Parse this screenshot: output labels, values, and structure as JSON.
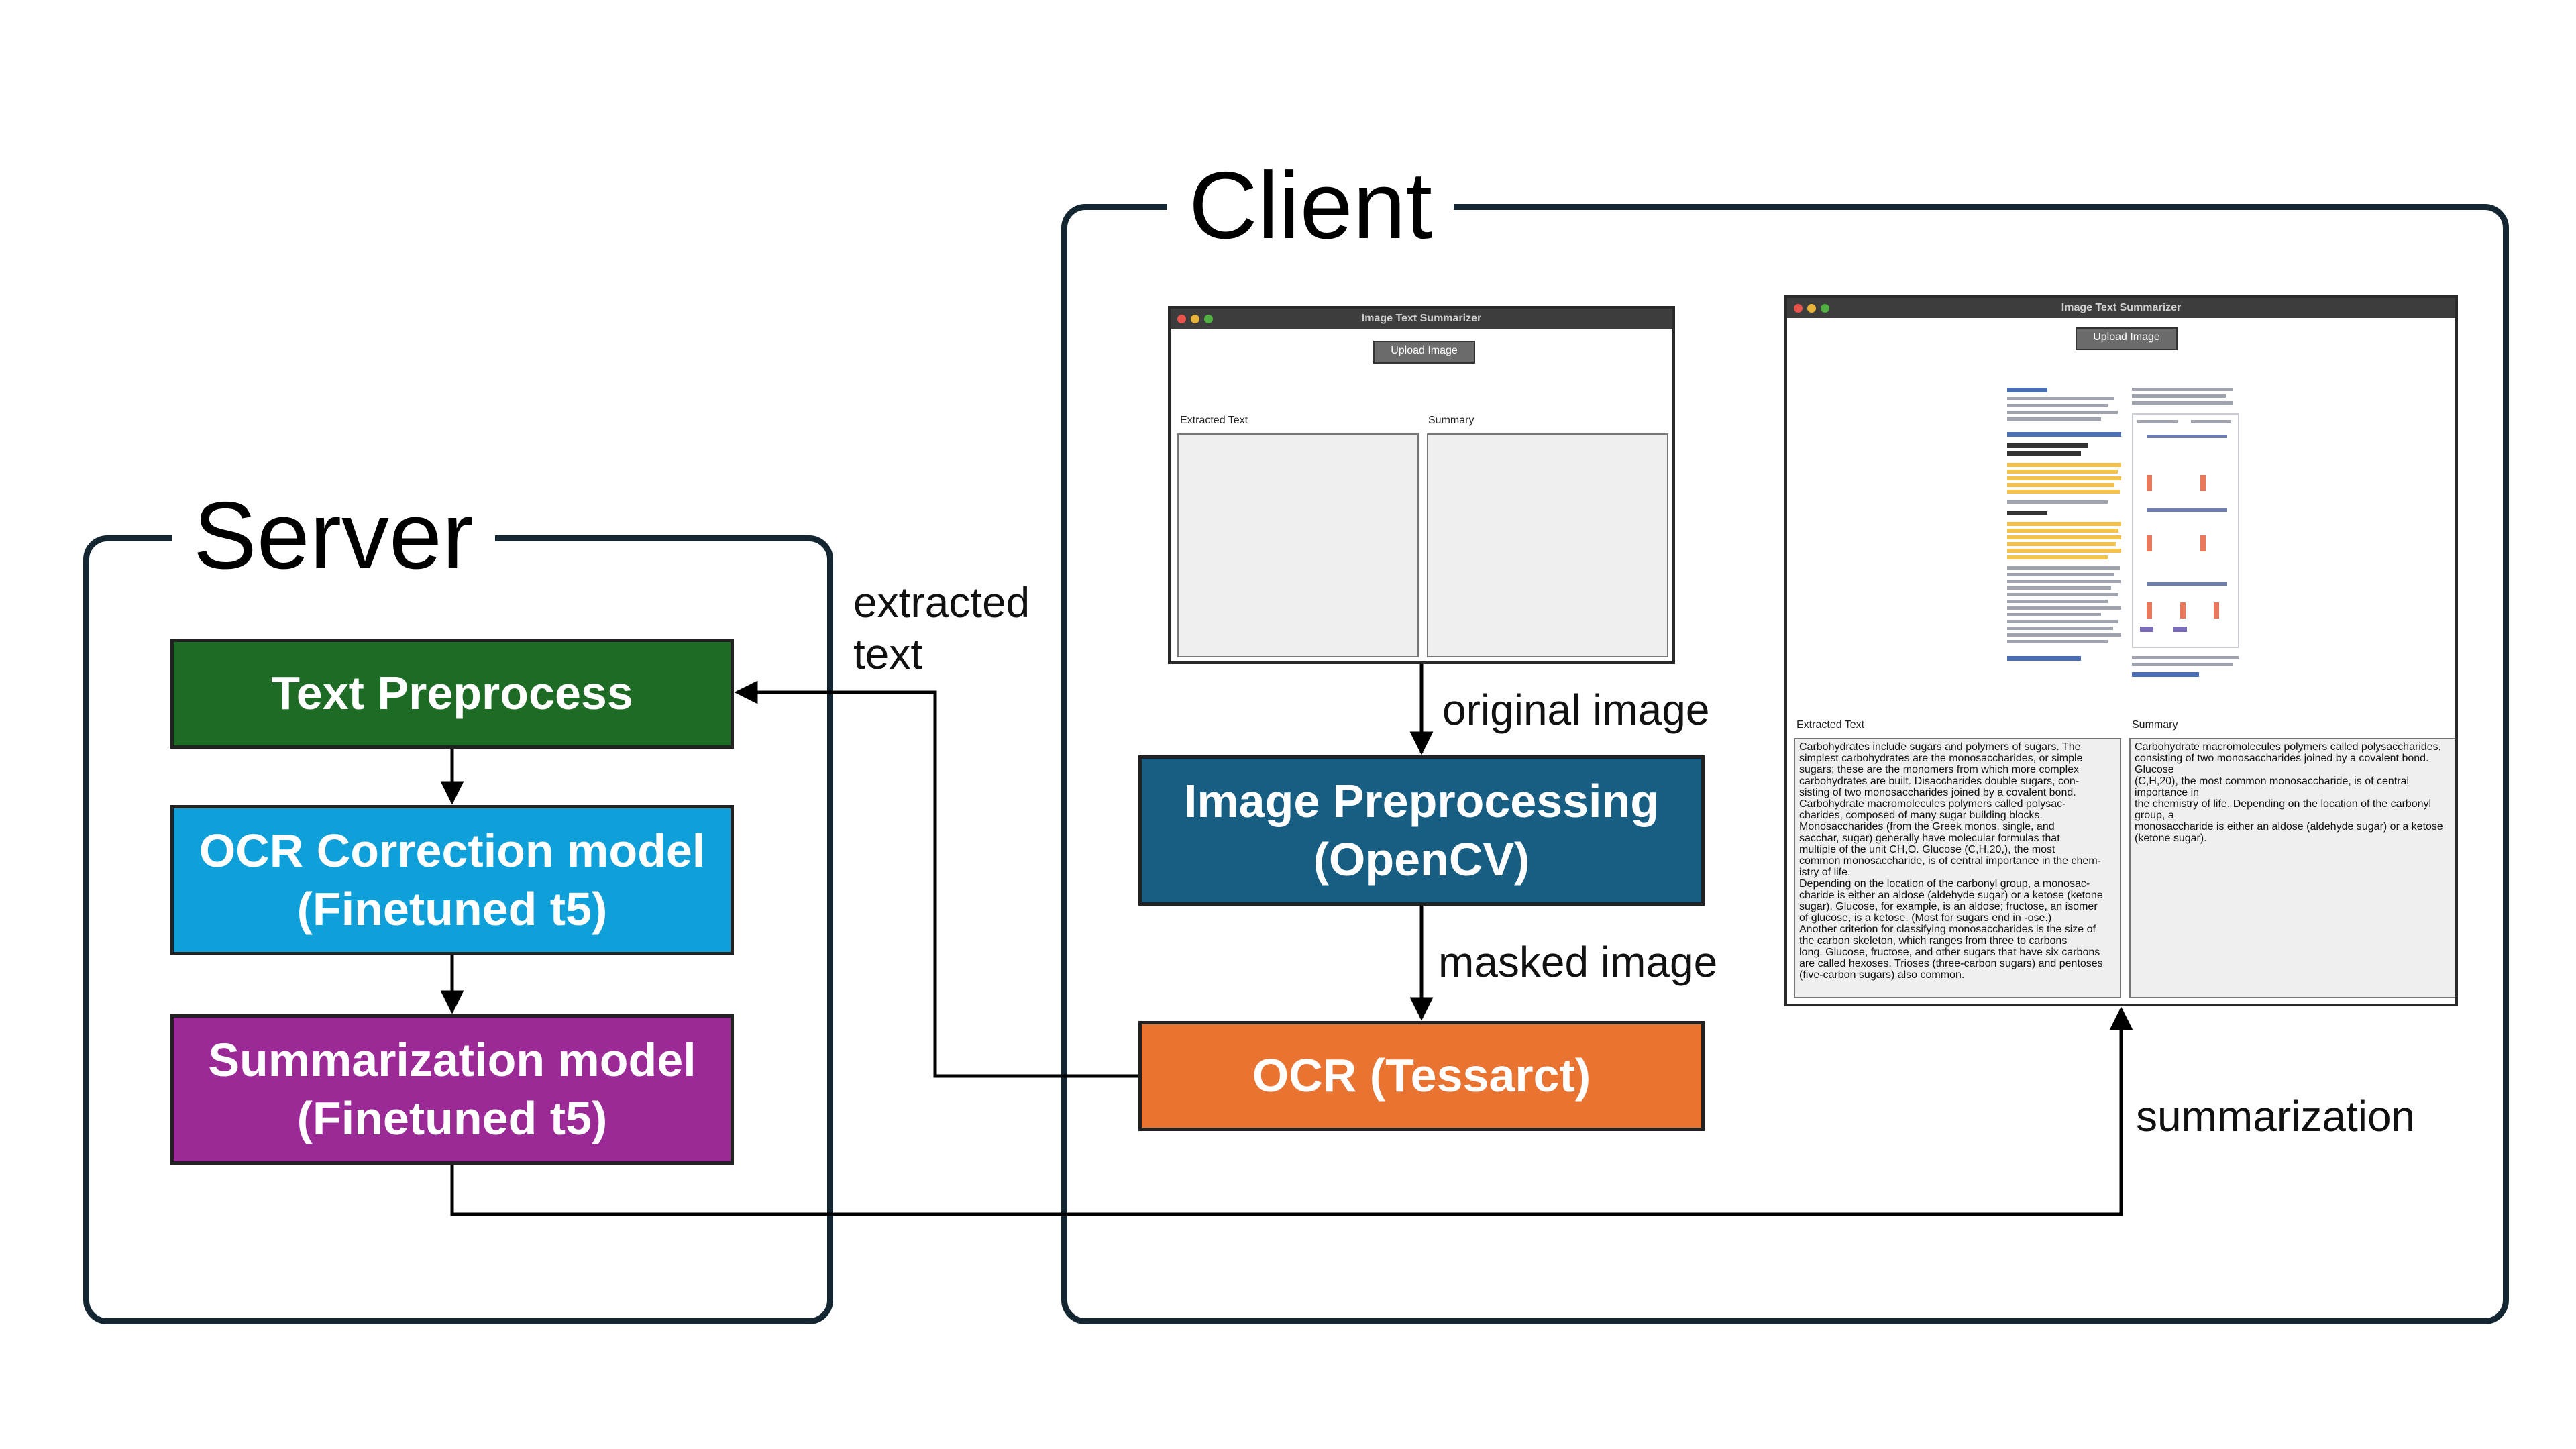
{
  "server": {
    "title": "Server",
    "text_preprocess": "Text Preprocess",
    "ocr_correction": "OCR Correction model\n(Finetuned t5)",
    "summarization": "Summarization model\n(Finetuned t5)"
  },
  "client": {
    "title": "Client",
    "image_preprocessing": "Image Preprocessing\n(OpenCV)",
    "ocr": "OCR (Tessarct)"
  },
  "edge_labels": {
    "extracted_text": "extracted\ntext",
    "original_image": "original image",
    "masked_image": "masked image",
    "summarization": "summarization"
  },
  "app_empty": {
    "title": "Image Text Summarizer",
    "upload": "Upload Image",
    "extracted_label": "Extracted Text",
    "summary_label": "Summary"
  },
  "app_full": {
    "title": "Image Text Summarizer",
    "upload": "Upload Image",
    "extracted_label": "Extracted Text",
    "summary_label": "Summary",
    "extracted_text": "Carbohydrates include sugars and polymers of sugars. The\nsimplest carbohydrates are the monosaccharides, or simple\nsugars; these are the monomers from which more complex\ncarbohydrates are built. Disaccharides double sugars, con-\nsisting of two monosaccharides joined by a covalent bond.\nCarbohydrate macromolecules polymers called polysac-\ncharides, composed of many sugar building blocks.\nMonosaccharides (from the Greek monos, single, and\nsacchar, sugar) generally have molecular formulas that\nmultiple of the unit CH,O. Glucose (C,H,20,), the most\ncommon monosaccharide, is of central importance in the chem-\nistry of life.\nDepending on the location of the carbonyl group, a monosac-\ncharide is either an aldose (aldehyde sugar) or a ketose (ketone\nsugar). Glucose, for example, is an aldose; fructose, an isomer\nof glucose, is a ketose. (Most for sugars end in -ose.)\nAnother criterion for classifying monosaccharides is the size of\nthe carbon skeleton, which ranges from three to carbons\nlong. Glucose, fructose, and other sugars that have six carbons\nare called hexoses. Trioses (three-carbon sugars) and pentoses\n(five-carbon sugars) also common.",
    "summary_text": "Carbohydrate macromolecules polymers called polysaccharides,\nconsisting of two monosaccharides joined by a covalent bond. Glucose\n(C,H,20), the most common monosaccharide, is of central importance in\nthe chemistry of life. Depending on the location of the carbonyl group, a\nmonosaccharide is either an aldose (aldehyde sugar) or a ketose\n(ketone sugar)."
  },
  "colors": {
    "border": "#142632",
    "text_preprocess": "#1e6b26",
    "ocr_correction": "#10a0d9",
    "summarization": "#9b2a97",
    "image_preprocessing": "#175e82",
    "ocr": "#e97432"
  }
}
